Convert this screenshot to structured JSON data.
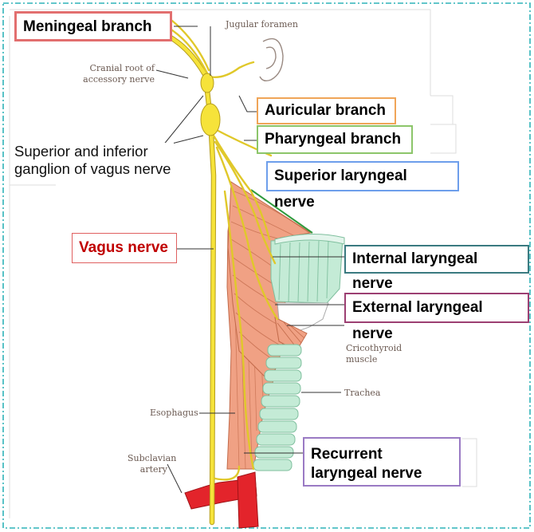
{
  "colors": {
    "frame": "#2fb3b8",
    "nerve": "#f6e33a",
    "nerve_edge": "#b59d1c",
    "muscle": "#f0a184",
    "muscle_stripe": "#c26a4a",
    "cartilage": "#c4ebd6",
    "cartilage_edge": "#7fbf9e",
    "artery": "#e3242b",
    "label_line": "#333333",
    "small_text": "#6b5a52"
  },
  "labels": {
    "meningeal": {
      "text": "Meningeal branch",
      "color": "#e26f6f"
    },
    "auricular": {
      "text": "Auricular branch",
      "color": "#f0a558"
    },
    "pharyngeal": {
      "text": "Pharyngeal branch",
      "color": "#8cc56a"
    },
    "superior_laryngeal": {
      "text": "Superior laryngeal nerve",
      "color": "#6d9eeb"
    },
    "vagus": {
      "text": "Vagus nerve",
      "color": "#e06060",
      "text_color": "#c00000"
    },
    "internal_laryngeal": {
      "text": "Internal laryngeal nerve",
      "color": "#3a7a80"
    },
    "external_laryngeal": {
      "text": "External laryngeal nerve",
      "color": "#9c3f72"
    },
    "recurrent_laryngeal": {
      "text": "Recurrent laryngeal nerve",
      "color": "#9a7ac4"
    }
  },
  "ganglion_label": [
    "Superior and inferior",
    "ganglion of vagus nerve"
  ],
  "small_labels": {
    "jugular_foramen": "Jugular foramen",
    "cranial_root": [
      "Cranial root of",
      "accessory nerve"
    ],
    "cricothyroid": [
      "Cricothyroid",
      "muscle"
    ],
    "trachea": "Trachea",
    "esophagus": "Esophagus",
    "subclavian": [
      "Subclavian",
      "artery"
    ]
  }
}
